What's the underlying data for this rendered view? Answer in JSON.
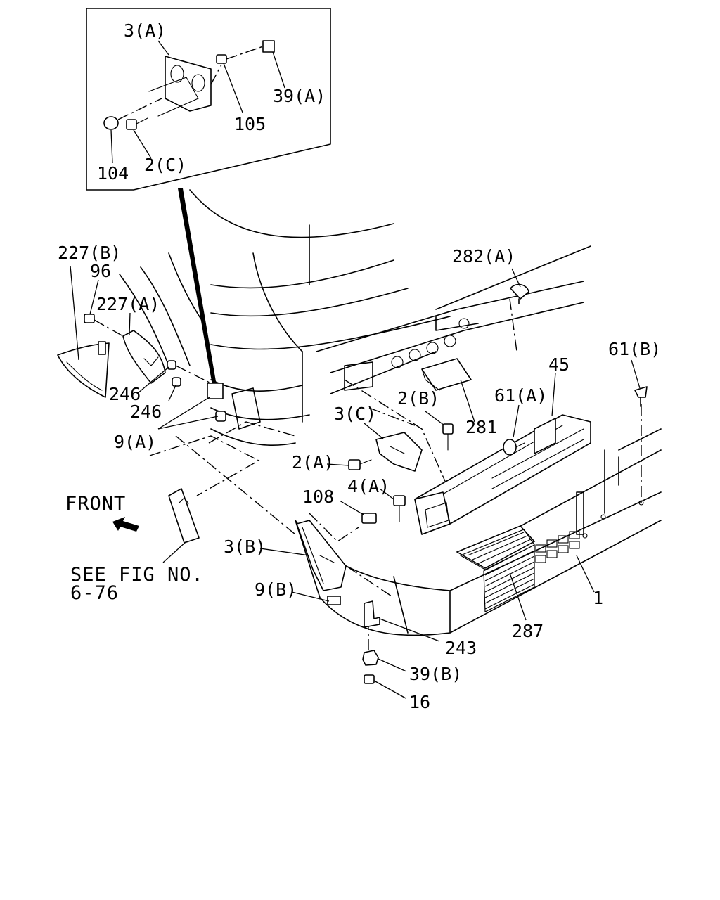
{
  "labels": {
    "p3a": "3(A)",
    "p39a": "39(A)",
    "p105": "105",
    "p104": "104",
    "p2c": "2(C)",
    "p227b": "227(B)",
    "p96": "96",
    "p227a": "227(A)",
    "p246a": "246",
    "p246b": "246",
    "p9a": "9(A)",
    "p282a": "282(A)",
    "p61b": "61(B)",
    "p45": "45",
    "p61a": "61(A)",
    "p281": "281",
    "p2b": "2(B)",
    "p3c": "3(C)",
    "p2a": "2(A)",
    "p4a": "4(A)",
    "p108": "108",
    "p3b": "3(B)",
    "p9b": "9(B)",
    "p243": "243",
    "p39b": "39(B)",
    "p16": "16",
    "p287": "287",
    "p1": "1"
  },
  "front_label": "FRONT",
  "see_fig": {
    "line1": "SEE FIG NO.",
    "line2": "6-76"
  }
}
